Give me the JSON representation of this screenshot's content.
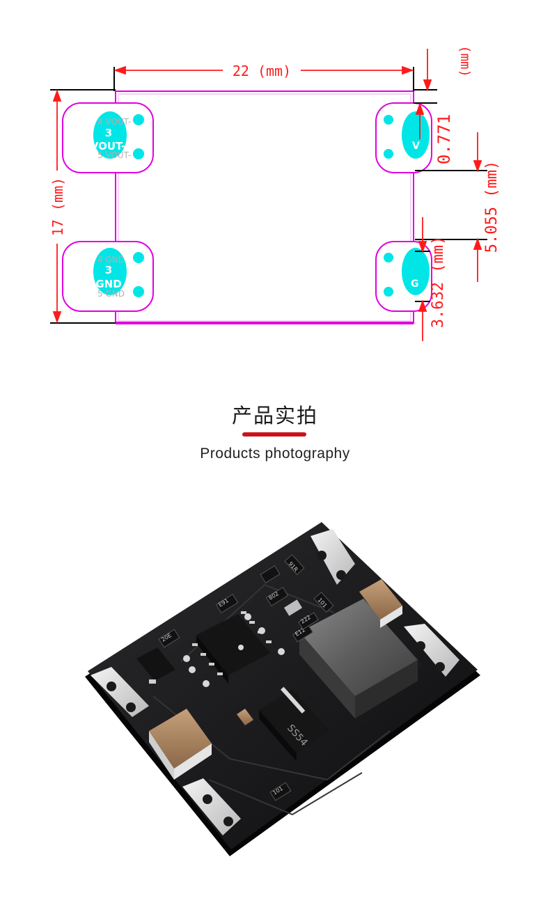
{
  "diagram": {
    "width_label": "22 (mm)",
    "height_label": "17 (mm)",
    "top_unit_label": "(mm)",
    "dim_a_label": "0.771",
    "dim_b_label": "5.055 (mm)",
    "dim_c_label": "3.632 (mm)",
    "pads": {
      "top_left_number": "3",
      "top_left_name": "VOUT-",
      "top_left_ghost_1": "4 VOUT-",
      "top_left_ghost_2": "5 VOUT-",
      "bottom_left_number": "3",
      "bottom_left_name": "GND",
      "bottom_left_ghost_1": "4 GND",
      "bottom_left_ghost_2": "5 GND",
      "top_right_name": "V",
      "bottom_right_name": "G"
    },
    "colors": {
      "outline": "#e000e0",
      "pad_fill": "#00e6e6",
      "dimension": "#ff1a1a",
      "ref_line": "#000000"
    }
  },
  "section": {
    "title_cn": "产品实拍",
    "title_en": "Products photography",
    "accent_color": "#c9121a"
  },
  "photo": {
    "components": {
      "inductor_text": "",
      "diode_text": "SS54",
      "chip_text": "",
      "resistor_labels": [
        "91R",
        "E91",
        "802",
        "101",
        "E12",
        "222",
        "101",
        "20E"
      ]
    }
  }
}
